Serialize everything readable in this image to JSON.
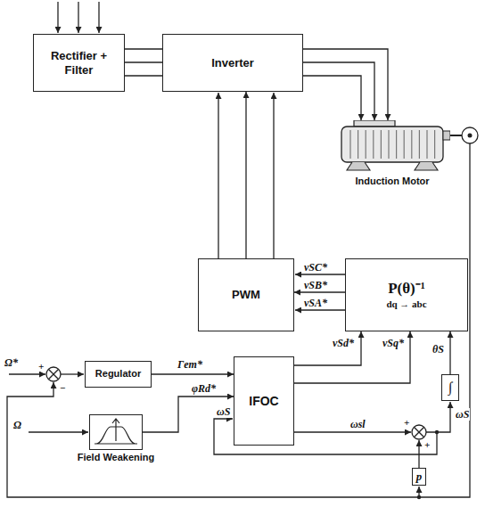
{
  "diagram": {
    "nodes": [
      {
        "text": [
          "Rectifier + Filter"
        ]
      },
      {
        "text": [
          "Inverter"
        ]
      },
      {
        "text": [
          "Induction Motor"
        ]
      },
      {
        "text": [
          "PWM"
        ]
      },
      {
        "text": [
          "P(θ)⁻¹",
          "dq → abc"
        ]
      },
      {
        "text": [
          "Regulator"
        ]
      },
      {
        "text": [
          "IFOC"
        ]
      },
      {
        "text": [
          "Field Weakening"
        ]
      },
      {
        "text": [
          "∫"
        ]
      },
      {
        "text": [
          "p"
        ]
      }
    ],
    "edges": [
      {
        "from": 0,
        "to": 1,
        "arrow": "none"
      },
      {
        "from": 1,
        "to": 2,
        "arrow": "to"
      },
      {
        "from": 3,
        "to": 1,
        "arrow": "to"
      },
      {
        "from": 4,
        "to": 3,
        "arrow": "to"
      },
      {
        "from": 5,
        "to": 6,
        "label": "Γem*",
        "arrow": "to"
      },
      {
        "from": 7,
        "to": 6,
        "label": "φRd*",
        "arrow": "to"
      },
      {
        "from": 6,
        "to": 4,
        "label": "vSd*",
        "arrow": "to"
      },
      {
        "from": 6,
        "to": 4,
        "label": "vSq*",
        "arrow": "to"
      },
      {
        "from": 8,
        "to": 4,
        "label": "θS",
        "arrow": "to"
      }
    ],
    "labels": [
      "Ω*",
      "Ω",
      "+",
      "−",
      "ωS",
      "ωsl",
      "ωS",
      "vSC*",
      "vSB*",
      "vSA*",
      "+",
      "+"
    ]
  }
}
